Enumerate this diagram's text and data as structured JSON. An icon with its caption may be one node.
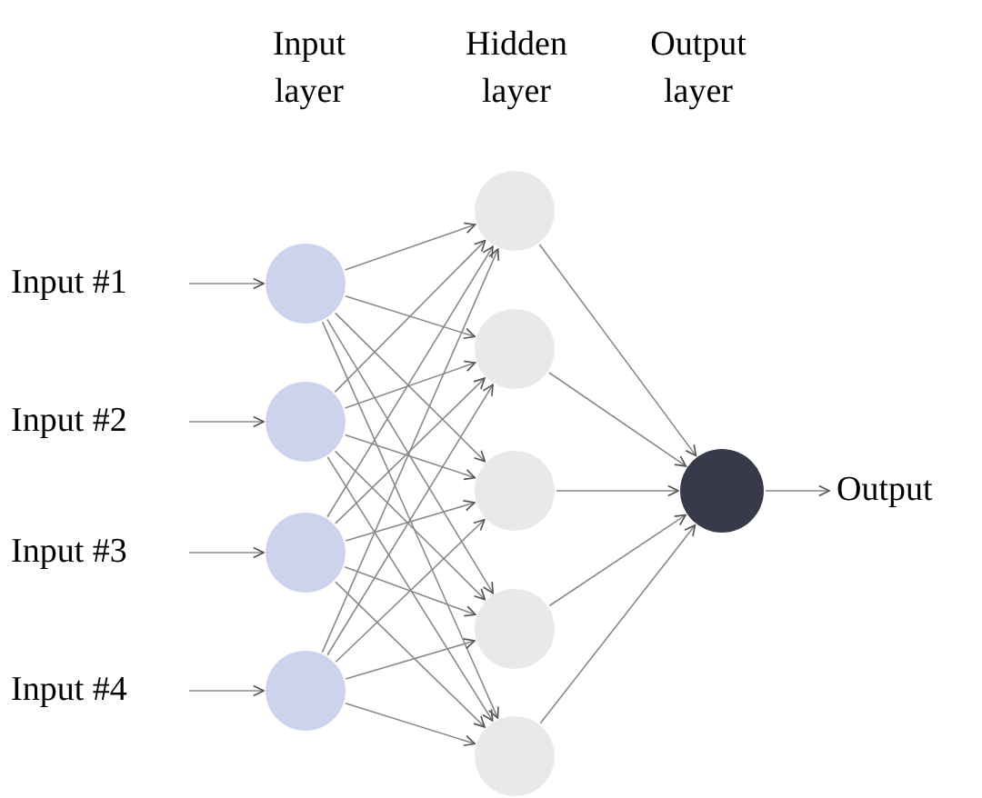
{
  "diagram": {
    "nodes": [
      {
        "text": [
          "Input #1"
        ]
      },
      {
        "text": [
          "Input #2"
        ]
      },
      {
        "text": [
          "Input #3"
        ]
      },
      {
        "text": [
          "Input #4"
        ]
      },
      {
        "text": [],
        "shape": "circle"
      },
      {
        "text": [],
        "shape": "circle"
      },
      {
        "text": [],
        "shape": "circle"
      },
      {
        "text": [],
        "shape": "circle"
      },
      {
        "text": [],
        "shape": "circle"
      },
      {
        "text": [],
        "shape": "circle"
      },
      {
        "text": [],
        "shape": "circle"
      },
      {
        "text": [],
        "shape": "circle"
      },
      {
        "text": [],
        "shape": "circle"
      },
      {
        "text": [],
        "shape": "circle"
      },
      {
        "text": [
          "Output"
        ]
      }
    ],
    "edges": [
      {
        "from": 0,
        "to": 4,
        "arrow": "to"
      },
      {
        "from": 1,
        "to": 5,
        "arrow": "to"
      },
      {
        "from": 2,
        "to": 6,
        "arrow": "to"
      },
      {
        "from": 3,
        "to": 7,
        "arrow": "to"
      },
      {
        "from": 4,
        "to": 8,
        "arrow": "to"
      },
      {
        "from": 4,
        "to": 9,
        "arrow": "to"
      },
      {
        "from": 4,
        "to": 10,
        "arrow": "to"
      },
      {
        "from": 4,
        "to": 11,
        "arrow": "to"
      },
      {
        "from": 4,
        "to": 12,
        "arrow": "to"
      },
      {
        "from": 5,
        "to": 8,
        "arrow": "to"
      },
      {
        "from": 5,
        "to": 9,
        "arrow": "to"
      },
      {
        "from": 5,
        "to": 10,
        "arrow": "to"
      },
      {
        "from": 5,
        "to": 11,
        "arrow": "to"
      },
      {
        "from": 5,
        "to": 12,
        "arrow": "to"
      },
      {
        "from": 6,
        "to": 8,
        "arrow": "to"
      },
      {
        "from": 6,
        "to": 9,
        "arrow": "to"
      },
      {
        "from": 6,
        "to": 10,
        "arrow": "to"
      },
      {
        "from": 6,
        "to": 11,
        "arrow": "to"
      },
      {
        "from": 6,
        "to": 12,
        "arrow": "to"
      },
      {
        "from": 7,
        "to": 8,
        "arrow": "to"
      },
      {
        "from": 7,
        "to": 9,
        "arrow": "to"
      },
      {
        "from": 7,
        "to": 10,
        "arrow": "to"
      },
      {
        "from": 7,
        "to": 11,
        "arrow": "to"
      },
      {
        "from": 7,
        "to": 12,
        "arrow": "to"
      },
      {
        "from": 8,
        "to": 13,
        "arrow": "to"
      },
      {
        "from": 9,
        "to": 13,
        "arrow": "to"
      },
      {
        "from": 10,
        "to": 13,
        "arrow": "to"
      },
      {
        "from": 11,
        "to": 13,
        "arrow": "to"
      },
      {
        "from": 12,
        "to": 13,
        "arrow": "to"
      },
      {
        "from": 13,
        "to": 14,
        "arrow": "to"
      }
    ],
    "labels": [
      "Input layer",
      "Hidden layer",
      "Output layer"
    ]
  }
}
